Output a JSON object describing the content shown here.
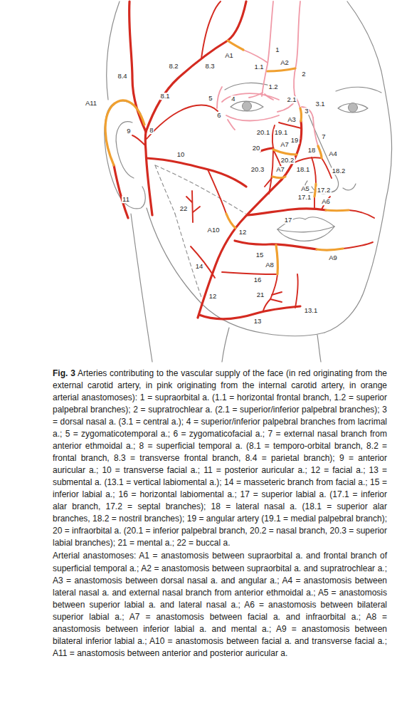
{
  "diagram": {
    "caption": "Fig. 3 Arteries contributing to the vascular supply of the face (in red originating from the external carotid artery, in pink originating from the internal carotid artery, in orange arterial anastomoses): 1 = supraorbital a. (1.1 = horizontal frontal branch, 1.2 = superior palpebral branches); 2 = supratrochlear a. (2.1 = superior/inferior palpebral branches); 3 = dorsal nasal a. (3.1 = central a.); 4 = superior/inferior palpebral branches from lacrimal a.; 5 = zygomaticotemporal a.; 6 = zygomaticofacial a.; 7 = external nasal branch from anterior ethmoidal a.; 8 = superficial temporal a. (8.1 = temporo-orbital branch, 8.2 = frontal branch, 8.3 = transverse frontal branch, 8.4 = parietal branch); 9 = anterior auricular a.; 10 = transverse facial a.; 11 = posterior auricular a.; 12 = facial a.; 13 = submental a. (13.1 = vertical labiomental a.); 14 = masseteric branch from facial a.; 15 = inferior labial a.; 16 = horizontal labiomental a.; 17 = superior labial a. (17.1 = inferior alar branch, 17.2 = septal branches); 18 = lateral nasal a. (18.1 = superior alar branches, 18.2 = nostril branches); 19 = angular artery (19.1 = medial palpebral branch); 20 = infraorbital a. (20.1 = inferior palpebral branch, 20.2 = nasal branch, 20.3 = superior labial branches); 21 = mental a.; 22 = buccal a.",
    "labels": [
      "1",
      "A1",
      "A2",
      "8.2",
      "8.3",
      "1.1",
      "2",
      "8.4",
      "1.2",
      "8.1",
      "5",
      "4",
      "2.1",
      "A11",
      "3.1",
      "3",
      "6",
      "A3",
      "9",
      "8",
      "20.1",
      "19.1",
      "7",
      "19",
      "A7",
      "20",
      "18",
      "A4",
      "10",
      "20.2",
      "18.1",
      "A7",
      "20.3",
      "18.2",
      "A5",
      "17.2",
      "17.1",
      "A6",
      "11",
      "22",
      "17",
      "A10",
      "12",
      "15",
      "A9",
      "A8",
      "14",
      "16",
      "21",
      "12",
      "13.1",
      "13",
      "Arterial anastomoses: A1 = anastomosis between supraorbital a. and frontal branch of superficial temporal a.; A2 = anastomosis between supraorbital a. and supratrochlear a.; A3 = anastomosis between dorsal nasal a. and angular a.; A4 = anastomosis between lateral nasal a. and external nasal branch from anterior ethmoidal a.; A5 = anastomosis between superior labial a. and lateral nasal a.; A6 = anastomosis between bilateral superior labial a.; A7 = anastomosis between facial a. and infraorbital a.; A8 = anastomosis between inferior labial a. and mental a.; A9 = anastomosis between bilateral inferior labial a.; A10 = anastomosis between facial a. and transverse facial a.; A11 = anastomosis between anterior and posterior auricular a."
    ]
  }
}
